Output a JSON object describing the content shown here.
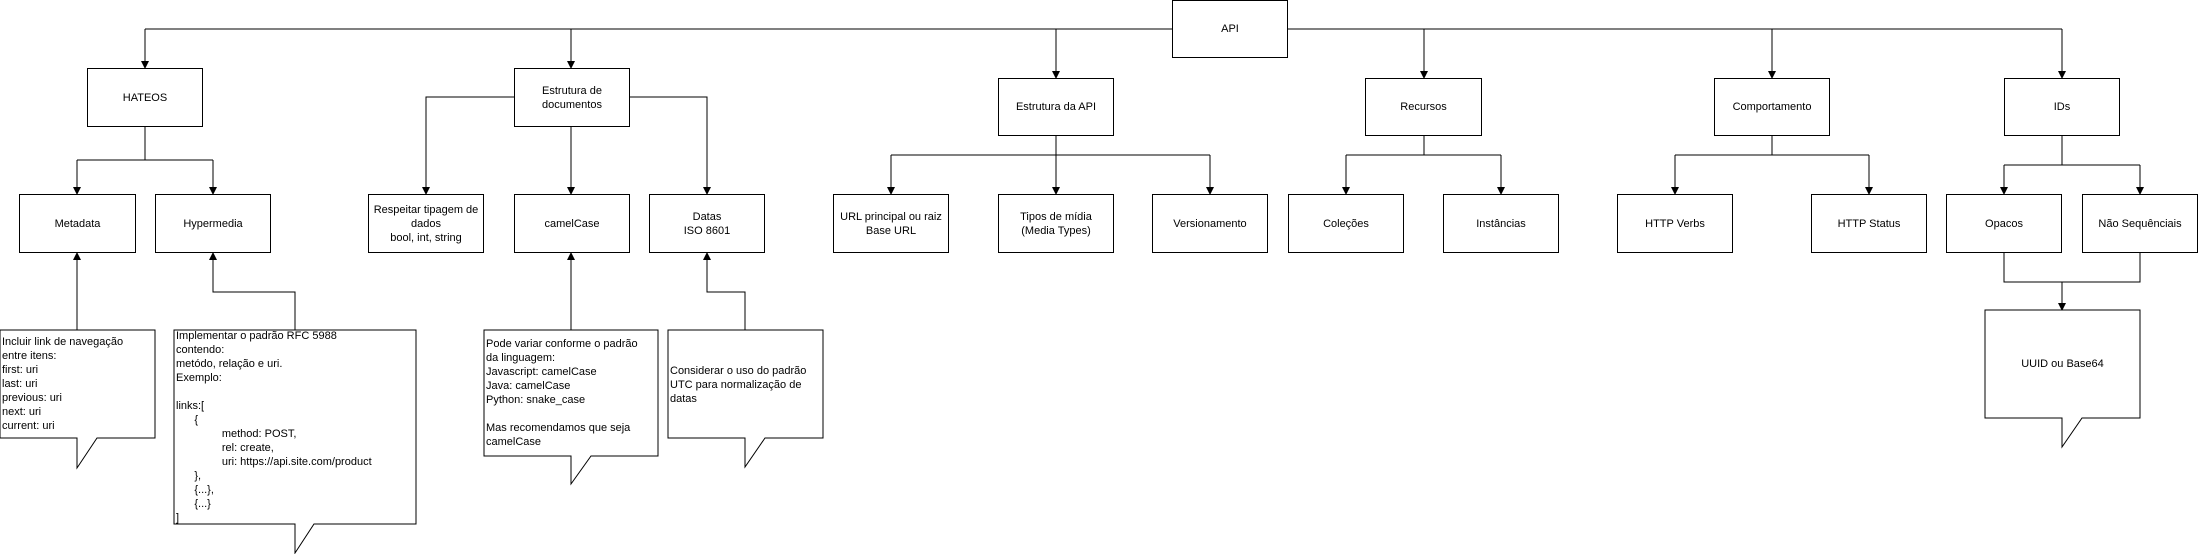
{
  "diagram": {
    "root": "API",
    "sections": {
      "hateos": {
        "title": "HATEOS",
        "children": [
          "Metadata",
          "Hypermedia"
        ]
      },
      "documents": {
        "title": [
          "Estrutura de",
          "documentos"
        ],
        "children": {
          "typing": [
            "Respeitar tipagem de",
            "dados",
            "bool, int, string"
          ],
          "camel": "camelCase",
          "dates": [
            "Datas",
            "ISO 8601"
          ]
        }
      },
      "api_structure": {
        "title": "Estrutura da API",
        "children": {
          "url": [
            "URL principal ou raiz",
            "Base URL"
          ],
          "media": [
            "Tipos de mídia",
            "(Media Types)"
          ],
          "version": "Versionamento"
        }
      },
      "resources": {
        "title": "Recursos",
        "children": [
          "Coleções",
          "Instâncias"
        ]
      },
      "behavior": {
        "title": "Comportamento",
        "children": [
          "HTTP Verbs",
          "HTTP Status"
        ]
      },
      "ids": {
        "title": "IDs",
        "children": [
          "Opacos",
          "Não Sequênciais"
        ],
        "result": "UUID ou Base64"
      }
    },
    "notes": {
      "metadata": [
        "Incluir link de navegação",
        "entre itens:",
        "first: uri",
        "last: uri",
        "previous: uri",
        "next: uri",
        "current: uri"
      ],
      "hypermedia": [
        "Implementar o padrão RFC 5988",
        "contendo:",
        "metódo, relação e uri.",
        "Exemplo:",
        "",
        "links:[",
        "      {",
        "               method: POST,",
        "               rel: create,",
        "               uri: https://api.site.com/product",
        "      },",
        "      {...},",
        "      {...}",
        "]"
      ],
      "camel": [
        "Pode variar conforme o padrão",
        "da linguagem:",
        "Javascript: camelCase",
        "Java: camelCase",
        "Python: snake_case",
        "",
        "Mas recomendamos que seja",
        "camelCase"
      ],
      "dates": [
        "Considerar o uso do padrão",
        "UTC para normalização de",
        "datas"
      ]
    }
  }
}
